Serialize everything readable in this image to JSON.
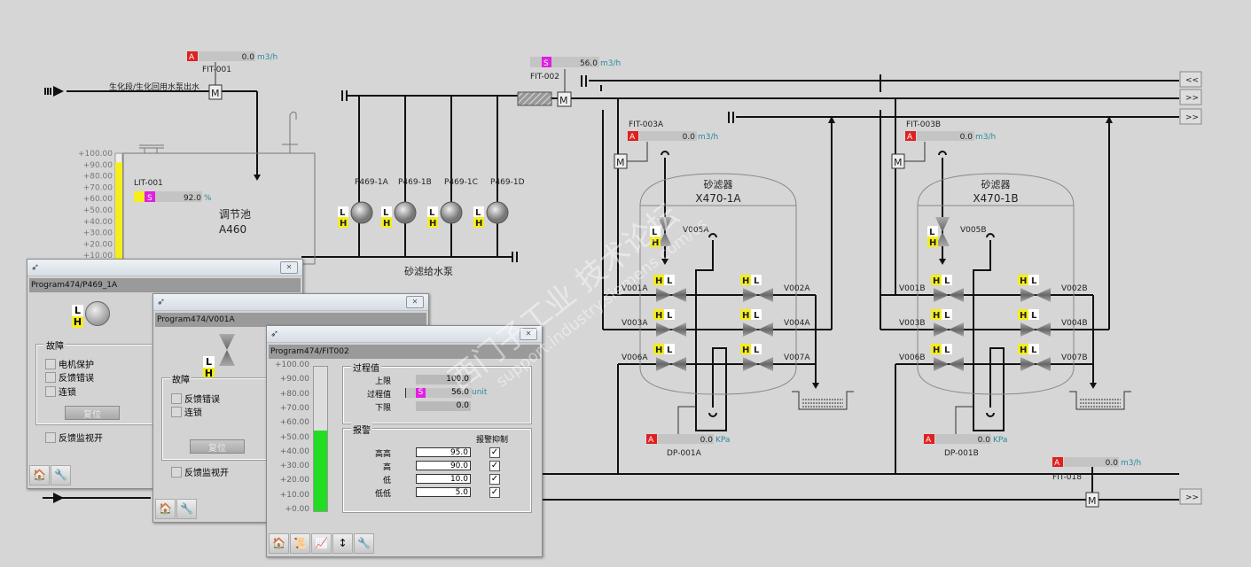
{
  "colors": {
    "background": "#d6d6d6",
    "alarm": "#e02020",
    "sim": "#e020e0",
    "level": "#f5ee1a",
    "flow_bar": "#22dd22",
    "unit": "#2a8a9a"
  },
  "inlet": {
    "label": "生化段/生化回用水泵出水",
    "fit": {
      "tag": "FIT-001",
      "badge": "A",
      "value": "0.0",
      "unit": "m3/h"
    }
  },
  "tank": {
    "name": "调节池",
    "id": "A460",
    "level_pct": 92,
    "scale": [
      "+100.00",
      "+90.00",
      "+80.00",
      "+70.00",
      "+60.00",
      "+50.00",
      "+40.00",
      "+30.00",
      "+20.00",
      "+10.00"
    ],
    "lit": {
      "tag": "LIT-001",
      "badge": "S",
      "value": "92.0",
      "unit": "%"
    }
  },
  "pumps": {
    "title": "砂滤给水泵",
    "items": [
      {
        "tag": "P469-1A"
      },
      {
        "tag": "P469-1B"
      },
      {
        "tag": "P469-1C"
      },
      {
        "tag": "P469-1D"
      }
    ],
    "L": "L",
    "H": "H"
  },
  "fit002": {
    "tag": "FIT-002",
    "badge": "S",
    "value": "56.0",
    "unit": "m3/h"
  },
  "nav_buttons": [
    "<<",
    ">>",
    ">>",
    ">>"
  ],
  "filters": [
    {
      "name": "砂滤器",
      "id": "X470-1A",
      "fit": {
        "tag": "FIT-003A",
        "badge": "A",
        "value": "0.0",
        "unit": "m3/h"
      },
      "valves": [
        "V005A",
        "V001A",
        "V002A",
        "V003A",
        "V004A",
        "V006A",
        "V007A"
      ],
      "dp": {
        "tag": "DP-001A",
        "badge": "A",
        "value": "0.0",
        "unit": "KPa"
      }
    },
    {
      "name": "砂滤器",
      "id": "X470-1B",
      "fit": {
        "tag": "FIT-003B",
        "badge": "A",
        "value": "0.0",
        "unit": "m3/h"
      },
      "valves": [
        "V005B",
        "V001B",
        "V002B",
        "V003B",
        "V004B",
        "V006B",
        "V007B"
      ],
      "dp": {
        "tag": "DP-001B",
        "badge": "A",
        "value": "0.0",
        "unit": "KPa"
      }
    }
  ],
  "fit018": {
    "tag": "FIT-018",
    "badge": "A",
    "value": "0.0",
    "unit": "m3/h"
  },
  "dialogs": {
    "pump": {
      "title": "Program474/P469_1A",
      "fault_group": "故障",
      "faults": [
        "电机保护",
        "反馈错误",
        "连锁"
      ],
      "reset": "复位",
      "monitor": "反馈监视开"
    },
    "valve": {
      "title": "Program474/V001A",
      "fault_group": "故障",
      "faults": [
        "反馈错误",
        "连锁"
      ],
      "reset": "复位",
      "monitor": "反馈监视开"
    },
    "fit": {
      "title": "Program474/FIT002",
      "bar_pct": 56,
      "scale": [
        "+100.00",
        "+90.00",
        "+80.00",
        "+70.00",
        "+60.00",
        "+50.00",
        "+40.00",
        "+30.00",
        "+20.00",
        "+10.00",
        "+0.00"
      ],
      "pv_group": "过程值",
      "upper_label": "上限",
      "upper": "100.0",
      "pv_label": "过程值",
      "pv_badge": "S",
      "pv": "56.0",
      "pv_unit": "unit",
      "lower_label": "下限",
      "lower": "0.0",
      "alarm_group": "报警",
      "suppress_label": "报警抑制",
      "alarms": [
        {
          "label": "高高",
          "value": "95.0",
          "suppressed": "✓"
        },
        {
          "label": "高",
          "value": "90.0",
          "suppressed": "✓"
        },
        {
          "label": "低",
          "value": "10.0",
          "suppressed": "✓"
        },
        {
          "label": "低低",
          "value": "5.0",
          "suppressed": "✓"
        }
      ]
    }
  },
  "watermark": {
    "line1": "西门子工业 技术论坛",
    "line2": "support.industry.siemens.com/cs"
  }
}
